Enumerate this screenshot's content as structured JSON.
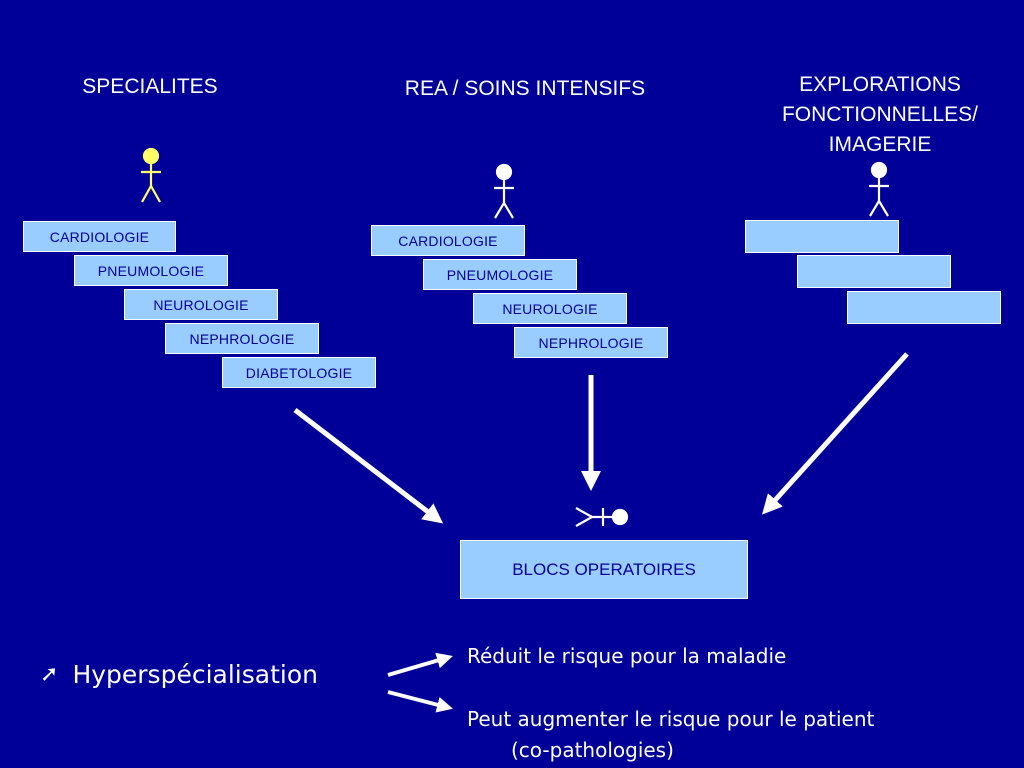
{
  "columns": {
    "specialites": {
      "title": "SPECIALITES",
      "items": [
        "CARDIOLOGIE",
        "PNEUMOLOGIE",
        "NEUROLOGIE",
        "NEPHROLOGIE",
        "DIABETOLOGIE"
      ]
    },
    "rea": {
      "title": "REA / SOINS INTENSIFS",
      "items": [
        "CARDIOLOGIE",
        "PNEUMOLOGIE",
        "NEUROLOGIE",
        "NEPHROLOGIE"
      ]
    },
    "explorations": {
      "title": "EXPLORATIONS\nFONCTIONNELLES/\nIMAGERIE",
      "items": [
        "",
        "",
        ""
      ]
    }
  },
  "blocs": {
    "label": "BLOCS OPERATOIRES"
  },
  "bottom": {
    "bullet": "",
    "hyper": "Hyperspécialisation",
    "outcome1": "Réduit le risque pour la maladie",
    "outcome2_line1": "Peut augmenter le risque pour le patient",
    "outcome2_line2": "(co-pathologies)"
  },
  "colors": {
    "background": "#000099",
    "box_fill": "#99ccff",
    "box_text": "#000099",
    "figure_specialites": "#ffff66",
    "figure_other": "#ffffff"
  }
}
